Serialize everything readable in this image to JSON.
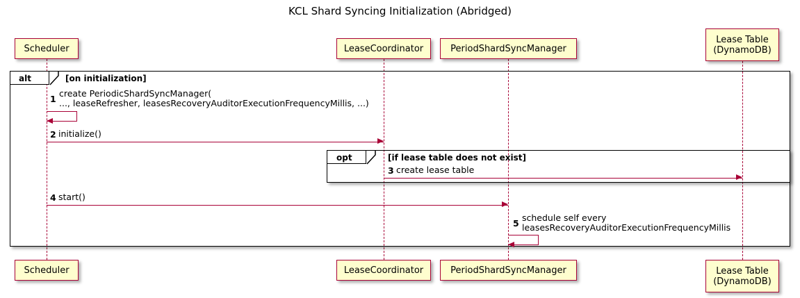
{
  "diagram": {
    "title": "KCL Shard Syncing Initialization (Abridged)",
    "type": "sequence-diagram",
    "colors": {
      "participant_fill": "#FEFECE",
      "participant_border": "#A80036",
      "arrow": "#A80036",
      "fragment_border": "#000000",
      "text": "#000000"
    }
  },
  "participants": [
    {
      "id": "scheduler",
      "label": "Scheduler"
    },
    {
      "id": "leasecoordinator",
      "label": "LeaseCoordinator"
    },
    {
      "id": "periodshardsyncmanager",
      "label": "PeriodShardSyncManager"
    },
    {
      "id": "leasetable",
      "label": "Lease Table\n(DynamoDB)"
    }
  ],
  "fragments": [
    {
      "id": "alt-fragment",
      "label": "alt",
      "condition": "[on initialization]"
    },
    {
      "id": "opt-fragment",
      "label": "opt",
      "condition": "[if lease table does not exist]"
    }
  ],
  "messages": [
    {
      "seq": "1",
      "text": "create PeriodicShardSyncManager(\n   ..., leaseRefresher, leasesRecoveryAuditorExecutionFrequencyMillis, ...)",
      "from": "scheduler",
      "to": "scheduler",
      "kind": "self"
    },
    {
      "seq": "2",
      "text": "initialize()",
      "from": "scheduler",
      "to": "leasecoordinator",
      "kind": "sync"
    },
    {
      "seq": "3",
      "text": "create lease table",
      "from": "leasecoordinator",
      "to": "leasetable",
      "kind": "sync"
    },
    {
      "seq": "4",
      "text": "start()",
      "from": "scheduler",
      "to": "periodshardsyncmanager",
      "kind": "sync"
    },
    {
      "seq": "5",
      "text": "schedule self every\n  leasesRecoveryAuditorExecutionFrequencyMillis",
      "from": "periodshardsyncmanager",
      "to": "periodshardsyncmanager",
      "kind": "self"
    }
  ]
}
